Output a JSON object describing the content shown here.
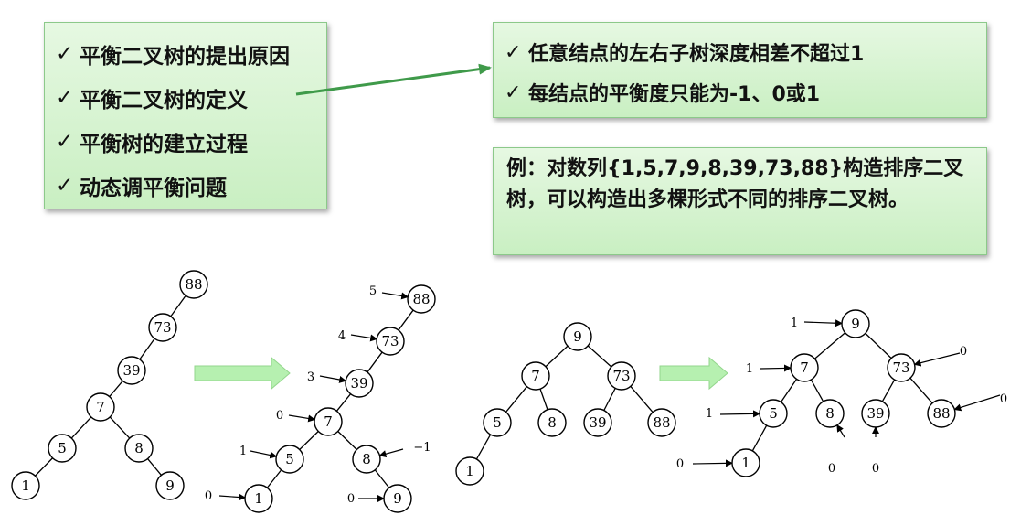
{
  "topics": [
    "平衡二叉树的提出原因",
    "平衡二叉树的定义",
    "平衡树的建立过程",
    "动态调平衡问题"
  ],
  "definition": [
    "任意结点的左右子树深度相差不超过1",
    "每结点的平衡度只能为-1、0或1"
  ],
  "example": "例：对数列{1,5,7,9,8,39,73,88}构造排序二叉树，可以构造出多棵形式不同的排序二叉树。",
  "check_mark": "✓",
  "colors": {
    "box_fill": "#d3f2cd",
    "box_border": "#8cc98a",
    "pointer_arrow": "#3f9a4a",
    "flow_arrow": "#b6f0b0"
  },
  "trees": {
    "tree1_nodes": [
      "88",
      "73",
      "39",
      "7",
      "5",
      "8",
      "1",
      "9"
    ],
    "tree2_nodes": [
      "88",
      "73",
      "39",
      "7",
      "5",
      "8",
      "1",
      "9"
    ],
    "tree2_balance": [
      "5",
      "4",
      "3",
      "0",
      "1",
      "−1",
      "0",
      "0"
    ],
    "tree3_nodes": [
      "9",
      "7",
      "73",
      "5",
      "8",
      "39",
      "88",
      "1"
    ],
    "tree4_nodes": [
      "9",
      "7",
      "73",
      "5",
      "8",
      "39",
      "88",
      "1"
    ],
    "tree4_balance": [
      "1",
      "1",
      "0",
      "1",
      "0",
      "0",
      "0",
      "0"
    ]
  }
}
